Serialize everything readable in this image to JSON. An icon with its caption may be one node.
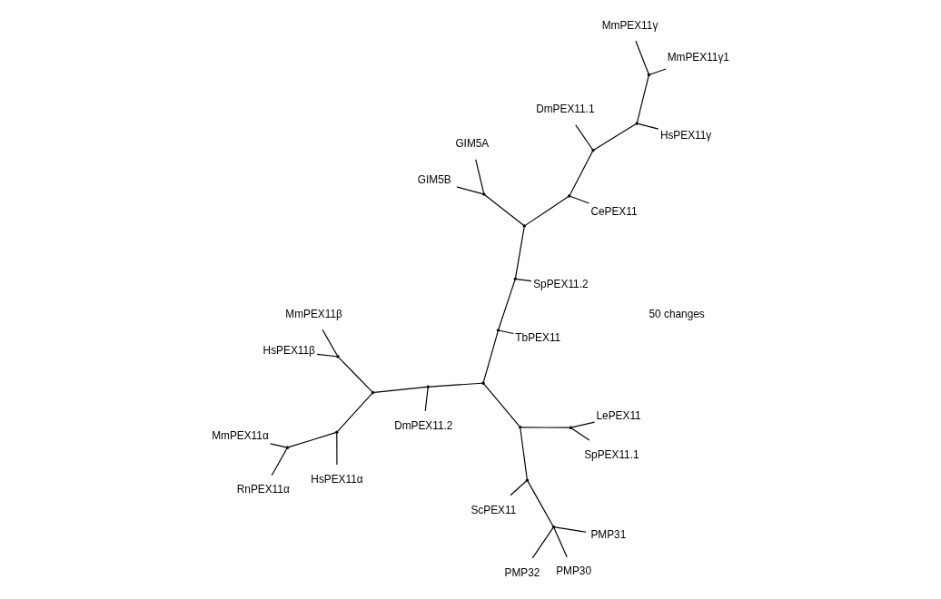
{
  "diagram": {
    "nodes": [
      {
        "text": [
          "MmPEX11α"
        ]
      },
      {
        "text": [
          "RnPEX11α"
        ]
      },
      {
        "text": [
          "HsPEX11α"
        ]
      },
      {
        "text": [
          "HsPEX11β"
        ]
      },
      {
        "text": [
          "MmPEX11β"
        ]
      },
      {
        "text": [
          "DmPEX11.2"
        ]
      },
      {
        "text": [
          "PMP32"
        ]
      },
      {
        "text": [
          "PMP31"
        ]
      },
      {
        "text": [
          "PMP30"
        ]
      },
      {
        "text": [
          "SpPEX11.2"
        ]
      },
      {
        "text": [
          "CePEX11"
        ]
      },
      {
        "text": [
          "ScPEX11"
        ]
      },
      {
        "text": [
          "HsPEX11γ"
        ]
      },
      {
        "text": [
          "MmPEX11γ1"
        ]
      },
      {
        "text": [
          "MmPEX11γ"
        ]
      },
      {
        "text": [
          "LePEX11"
        ]
      },
      {
        "text": [
          "TbPEX11"
        ]
      },
      {
        "text": [
          "DmPEX11.1"
        ]
      },
      {
        "text": [
          "GIM5A"
        ]
      },
      {
        "text": [
          "GIM5B"
        ]
      },
      {
        "text": [
          "SpPEX11.1"
        ]
      },
      {
        "text": [],
        "shape": "point"
      },
      {
        "text": [],
        "shape": "point"
      },
      {
        "text": [],
        "shape": "point"
      },
      {
        "text": [],
        "shape": "point"
      },
      {
        "text": [],
        "shape": "point"
      },
      {
        "text": [],
        "shape": "point"
      },
      {
        "text": [],
        "shape": "point"
      },
      {
        "text": [],
        "shape": "point"
      },
      {
        "text": [],
        "shape": "point"
      },
      {
        "text": [],
        "shape": "point"
      },
      {
        "text": [],
        "shape": "point"
      },
      {
        "text": [],
        "shape": "point"
      },
      {
        "text": [],
        "shape": "point"
      },
      {
        "text": [],
        "shape": "point"
      },
      {
        "text": [],
        "shape": "point"
      },
      {
        "text": [],
        "shape": "point"
      },
      {
        "text": [],
        "shape": "point"
      },
      {
        "text": [],
        "shape": "point"
      }
    ],
    "edges": [
      {
        "from": 21,
        "to": 0,
        "arrow": "none"
      },
      {
        "from": 21,
        "to": 1,
        "arrow": "none"
      },
      {
        "from": 22,
        "to": 21,
        "arrow": "none"
      },
      {
        "from": 22,
        "to": 2,
        "arrow": "none"
      },
      {
        "from": 23,
        "to": 3,
        "arrow": "none"
      },
      {
        "from": 23,
        "to": 4,
        "arrow": "none"
      },
      {
        "from": 24,
        "to": 22,
        "arrow": "none"
      },
      {
        "from": 24,
        "to": 23,
        "arrow": "none"
      },
      {
        "from": 25,
        "to": 24,
        "arrow": "none"
      },
      {
        "from": 25,
        "to": 5,
        "arrow": "none"
      },
      {
        "from": 26,
        "to": 25,
        "arrow": "none"
      },
      {
        "from": 26,
        "to": 27,
        "arrow": "none"
      },
      {
        "from": 26,
        "to": 31,
        "arrow": "none"
      },
      {
        "from": 27,
        "to": 28,
        "arrow": "none"
      },
      {
        "from": 27,
        "to": 30,
        "arrow": "none"
      },
      {
        "from": 28,
        "to": 11,
        "arrow": "none"
      },
      {
        "from": 28,
        "to": 29,
        "arrow": "none"
      },
      {
        "from": 29,
        "to": 6,
        "arrow": "none"
      },
      {
        "from": 29,
        "to": 7,
        "arrow": "none"
      },
      {
        "from": 29,
        "to": 8,
        "arrow": "none"
      },
      {
        "from": 30,
        "to": 15,
        "arrow": "none"
      },
      {
        "from": 30,
        "to": 20,
        "arrow": "none"
      },
      {
        "from": 31,
        "to": 16,
        "arrow": "none"
      },
      {
        "from": 31,
        "to": 32,
        "arrow": "none"
      },
      {
        "from": 32,
        "to": 9,
        "arrow": "none"
      },
      {
        "from": 32,
        "to": 33,
        "arrow": "none"
      },
      {
        "from": 33,
        "to": 34,
        "arrow": "none"
      },
      {
        "from": 34,
        "to": 18,
        "arrow": "none"
      },
      {
        "from": 34,
        "to": 19,
        "arrow": "none"
      },
      {
        "from": 33,
        "to": 35,
        "arrow": "none"
      },
      {
        "from": 35,
        "to": 10,
        "arrow": "none"
      },
      {
        "from": 35,
        "to": 36,
        "arrow": "none"
      },
      {
        "from": 36,
        "to": 17,
        "arrow": "none"
      },
      {
        "from": 36,
        "to": 37,
        "arrow": "none"
      },
      {
        "from": 37,
        "to": 12,
        "arrow": "none"
      },
      {
        "from": 37,
        "to": 38,
        "arrow": "none"
      },
      {
        "from": 38,
        "to": 13,
        "arrow": "none"
      },
      {
        "from": 38,
        "to": 14,
        "arrow": "none"
      }
    ],
    "labels": [
      "50 changes"
    ]
  }
}
